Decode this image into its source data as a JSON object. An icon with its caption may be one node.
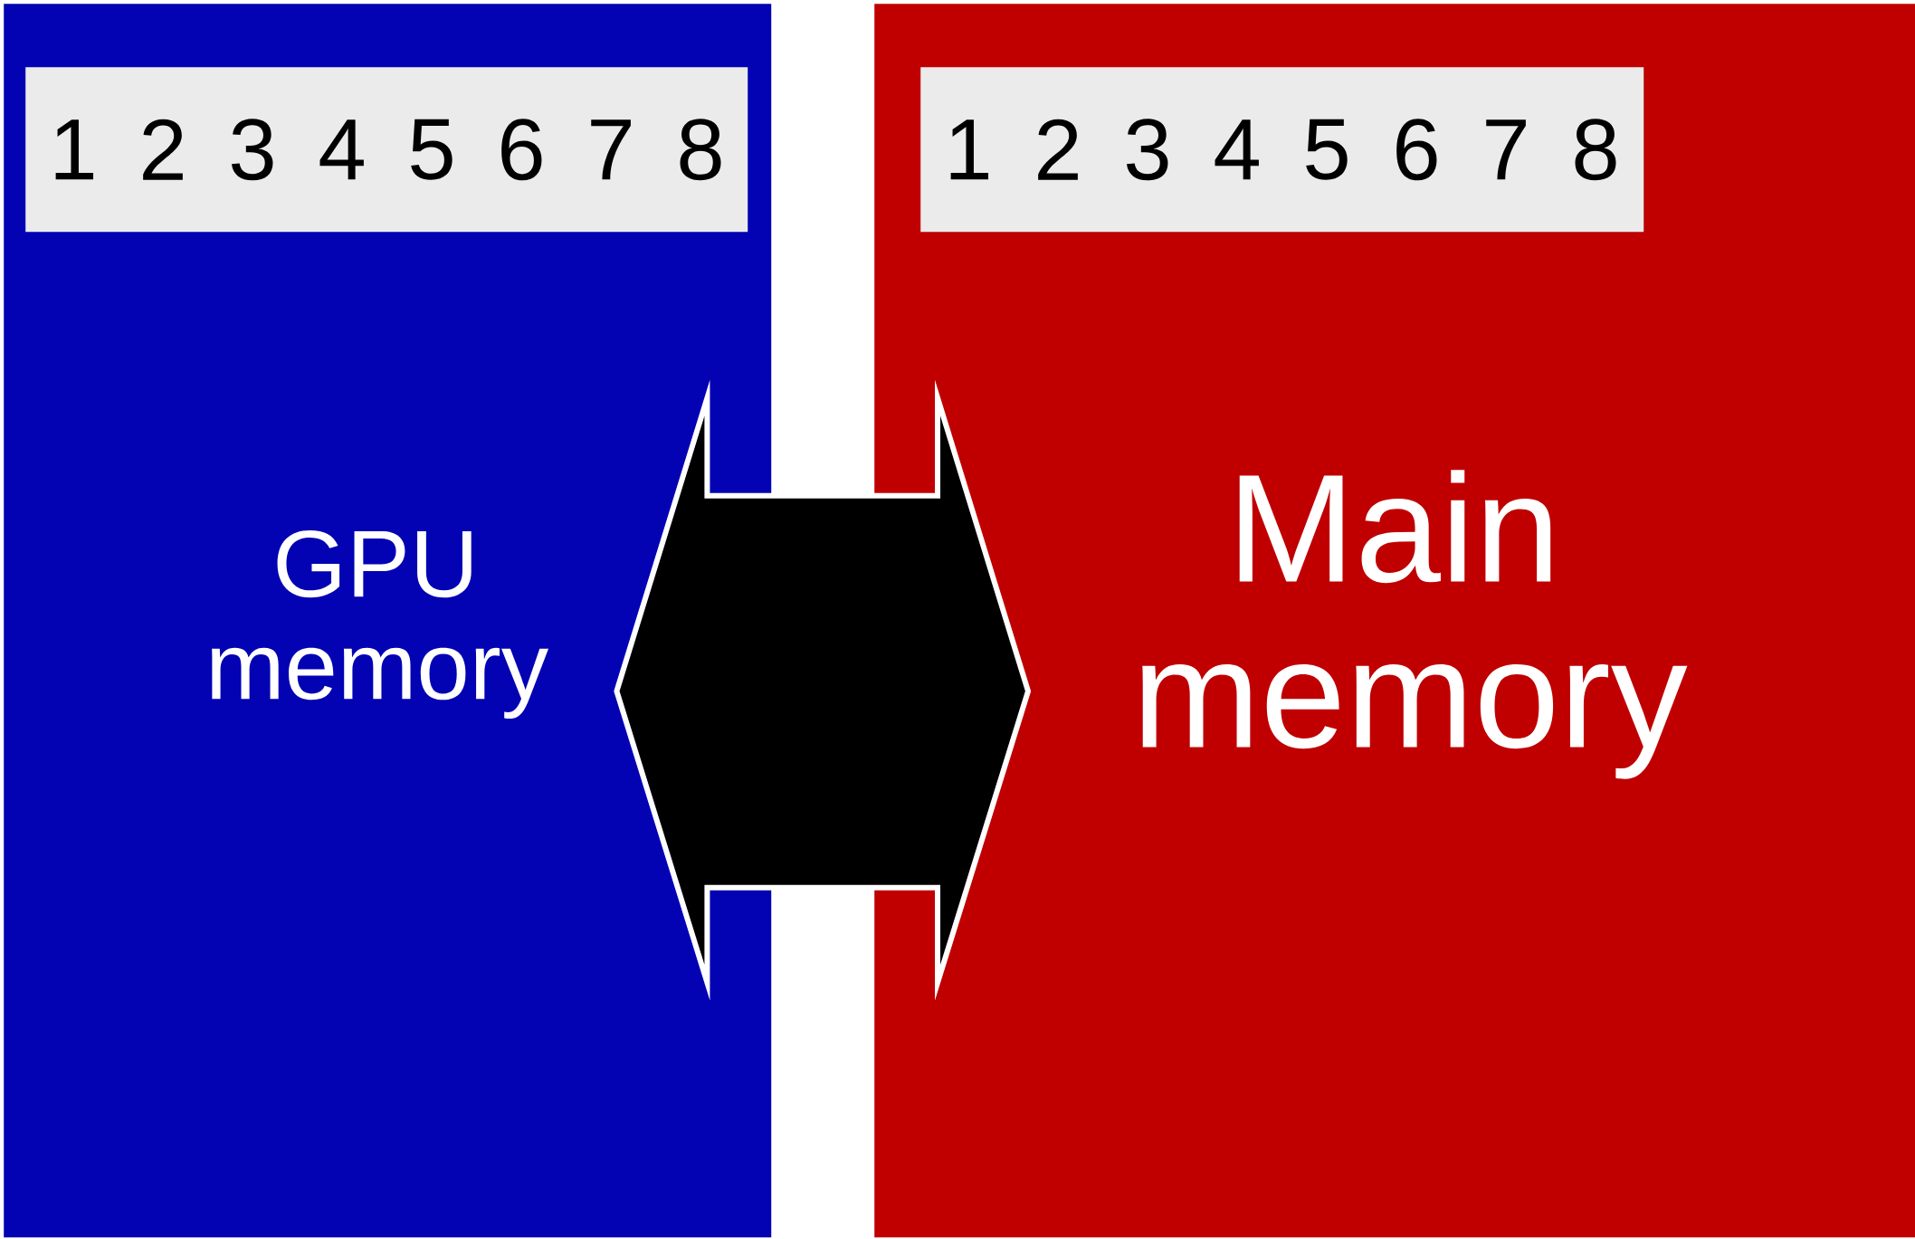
{
  "diagram": {
    "nodes": [
      {
        "text": [
          "GPU memory"
        ]
      },
      {
        "text": [
          "1",
          "2",
          "3",
          "4",
          "5",
          "6",
          "7",
          "8"
        ],
        "in": 0
      },
      {
        "text": [
          "Main memory"
        ]
      },
      {
        "text": [
          "1",
          "2",
          "3",
          "4",
          "5",
          "6",
          "7",
          "8"
        ],
        "in": 2
      }
    ],
    "edges": [
      {
        "from": 0,
        "to": 2,
        "arrow": "both"
      }
    ]
  }
}
